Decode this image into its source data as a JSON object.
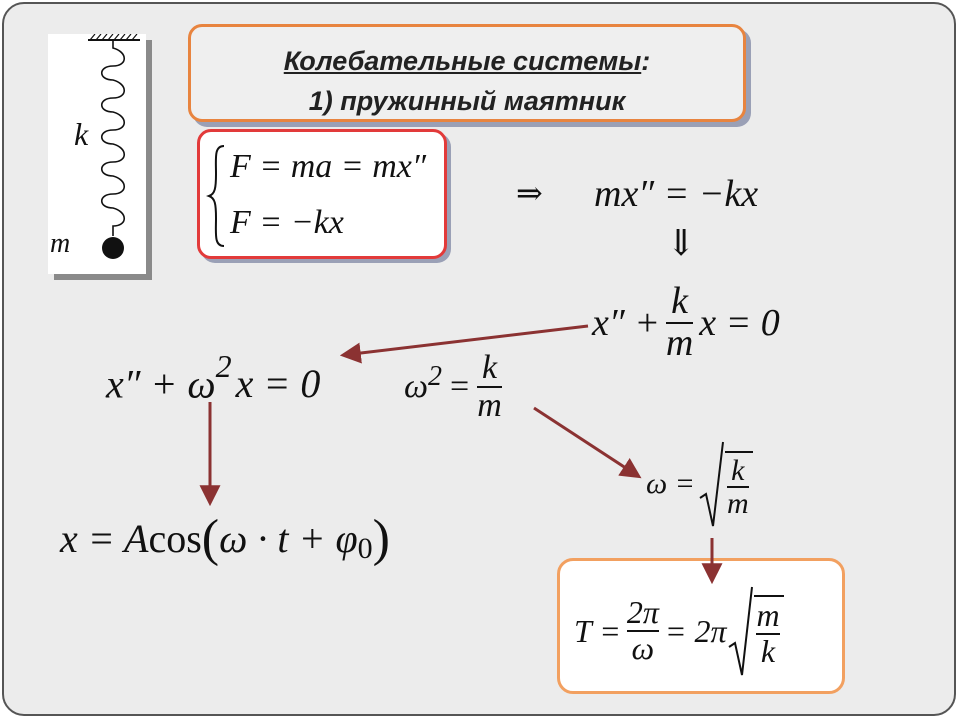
{
  "title": {
    "line1": "Колебательные системы",
    "colon": ":",
    "line2": "1) пружинный маятник"
  },
  "spring": {
    "k_label": "k",
    "m_label": "m"
  },
  "system": {
    "eq1": "F = ma = mx″",
    "eq2": "F = −kx"
  },
  "implies_symbol": "⇒",
  "down_symbol": "⇓",
  "eq_newton": "mx″ = −kx",
  "eq_normalized": {
    "lhs": "x″ +",
    "num": "k",
    "den": "m",
    "rhs": "x = 0"
  },
  "eq_oscillator": {
    "a": "x″ + ω",
    "exp": "2",
    "b": "x = 0"
  },
  "omega_sq": {
    "lhs": "ω",
    "exp": "2",
    "eq": "=",
    "num": "k",
    "den": "m"
  },
  "omega": {
    "lhs": "ω =",
    "num": "k",
    "den": "m"
  },
  "solution": {
    "lhs": "x = A",
    "cos": "cos",
    "open": "(",
    "arg": "ω · t + φ",
    "sub": "0",
    "close": ")"
  },
  "period": {
    "T": "T =",
    "num1": "2π",
    "den1": "ω",
    "eq2": "= 2π",
    "num2": "m",
    "den2": "k"
  },
  "colors": {
    "arrow": "#8b3232",
    "title_border": "#e8843f",
    "system_border": "#e23a3a",
    "period_border": "#f2a060"
  }
}
